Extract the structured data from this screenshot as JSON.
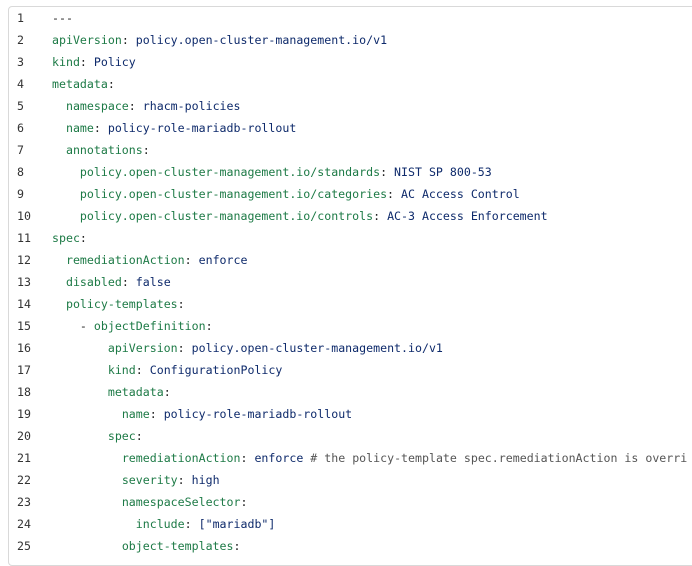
{
  "colors": {
    "key": "#1d7a46",
    "punctuation": "#222222",
    "value": "#0e2a6b",
    "comment": "#555555",
    "line_number": "#333333",
    "panel_border": "#d9d9d9"
  },
  "lines": [
    {
      "n": "1",
      "indent": "",
      "dash": "",
      "key": "",
      "sep": "",
      "value": "---",
      "comment": ""
    },
    {
      "n": "2",
      "indent": "",
      "dash": "",
      "key": "apiVersion",
      "sep": ": ",
      "value": "policy.open-cluster-management.io/v1",
      "comment": ""
    },
    {
      "n": "3",
      "indent": "",
      "dash": "",
      "key": "kind",
      "sep": ": ",
      "value": "Policy",
      "comment": ""
    },
    {
      "n": "4",
      "indent": "",
      "dash": "",
      "key": "metadata",
      "sep": ":",
      "value": "",
      "comment": ""
    },
    {
      "n": "5",
      "indent": "  ",
      "dash": "",
      "key": "namespace",
      "sep": ": ",
      "value": "rhacm-policies",
      "comment": ""
    },
    {
      "n": "6",
      "indent": "  ",
      "dash": "",
      "key": "name",
      "sep": ": ",
      "value": "policy-role-mariadb-rollout",
      "comment": ""
    },
    {
      "n": "7",
      "indent": "  ",
      "dash": "",
      "key": "annotations",
      "sep": ":",
      "value": "",
      "comment": ""
    },
    {
      "n": "8",
      "indent": "    ",
      "dash": "",
      "key": "policy.open-cluster-management.io/standards",
      "sep": ": ",
      "value": "NIST SP 800-53",
      "comment": ""
    },
    {
      "n": "9",
      "indent": "    ",
      "dash": "",
      "key": "policy.open-cluster-management.io/categories",
      "sep": ": ",
      "value": "AC Access Control",
      "comment": ""
    },
    {
      "n": "10",
      "indent": "    ",
      "dash": "",
      "key": "policy.open-cluster-management.io/controls",
      "sep": ": ",
      "value": "AC-3 Access Enforcement",
      "comment": ""
    },
    {
      "n": "11",
      "indent": "",
      "dash": "",
      "key": "spec",
      "sep": ":",
      "value": "",
      "comment": ""
    },
    {
      "n": "12",
      "indent": "  ",
      "dash": "",
      "key": "remediationAction",
      "sep": ": ",
      "value": "enforce",
      "comment": ""
    },
    {
      "n": "13",
      "indent": "  ",
      "dash": "",
      "key": "disabled",
      "sep": ": ",
      "value": "false",
      "comment": ""
    },
    {
      "n": "14",
      "indent": "  ",
      "dash": "",
      "key": "policy-templates",
      "sep": ":",
      "value": "",
      "comment": ""
    },
    {
      "n": "15",
      "indent": "    ",
      "dash": "- ",
      "key": "objectDefinition",
      "sep": ":",
      "value": "",
      "comment": ""
    },
    {
      "n": "16",
      "indent": "        ",
      "dash": "",
      "key": "apiVersion",
      "sep": ": ",
      "value": "policy.open-cluster-management.io/v1",
      "comment": ""
    },
    {
      "n": "17",
      "indent": "        ",
      "dash": "",
      "key": "kind",
      "sep": ": ",
      "value": "ConfigurationPolicy",
      "comment": ""
    },
    {
      "n": "18",
      "indent": "        ",
      "dash": "",
      "key": "metadata",
      "sep": ":",
      "value": "",
      "comment": ""
    },
    {
      "n": "19",
      "indent": "          ",
      "dash": "",
      "key": "name",
      "sep": ": ",
      "value": "policy-role-mariadb-rollout",
      "comment": ""
    },
    {
      "n": "20",
      "indent": "        ",
      "dash": "",
      "key": "spec",
      "sep": ":",
      "value": "",
      "comment": ""
    },
    {
      "n": "21",
      "indent": "          ",
      "dash": "",
      "key": "remediationAction",
      "sep": ": ",
      "value": "enforce",
      "comment": " # the policy-template spec.remediationAction is overri"
    },
    {
      "n": "22",
      "indent": "          ",
      "dash": "",
      "key": "severity",
      "sep": ": ",
      "value": "high",
      "comment": ""
    },
    {
      "n": "23",
      "indent": "          ",
      "dash": "",
      "key": "namespaceSelector",
      "sep": ":",
      "value": "",
      "comment": ""
    },
    {
      "n": "24",
      "indent": "            ",
      "dash": "",
      "key": "include",
      "sep": ": ",
      "value": "[\"mariadb\"]",
      "comment": ""
    },
    {
      "n": "25",
      "indent": "          ",
      "dash": "",
      "key": "object-templates",
      "sep": ":",
      "value": "",
      "comment": ""
    }
  ]
}
